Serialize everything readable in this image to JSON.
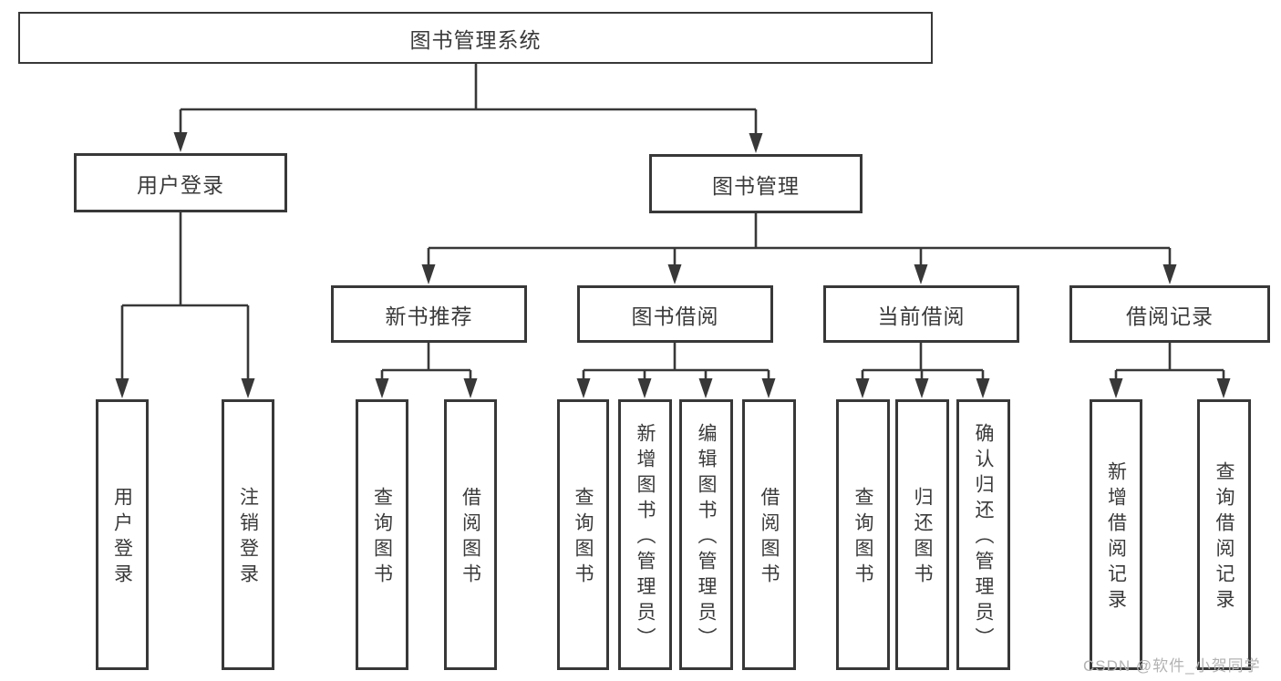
{
  "colors": {
    "line": "#383838",
    "text": "#3a3a3a",
    "box_bg": "#ffffff",
    "watermark": "#b3b3b3",
    "page_bg": "#ffffff"
  },
  "tree": {
    "root": "图书管理系统",
    "children": [
      {
        "label": "用户登录",
        "children": [
          "用户登录",
          "注销登录"
        ]
      },
      {
        "label": "图书管理",
        "children": [
          {
            "label": "新书推荐",
            "children": [
              "查询图书",
              "借阅图书"
            ]
          },
          {
            "label": "图书借阅",
            "children": [
              "查询图书",
              "新增图书（管理员）",
              "编辑图书（管理员）",
              "借阅图书"
            ]
          },
          {
            "label": "当前借阅",
            "children": [
              "查询图书",
              "归还图书",
              "确认归还（管理员）"
            ]
          },
          {
            "label": "借阅记录",
            "children": [
              "新增借阅记录",
              "查询借阅记录"
            ]
          }
        ]
      }
    ]
  },
  "watermark": "CSDN @软件_小贺同学"
}
